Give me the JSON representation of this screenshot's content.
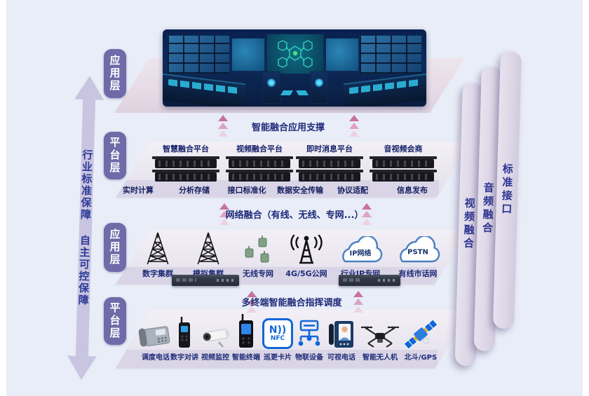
{
  "assurance": {
    "text_top": "行业标准保障",
    "text_bottom": "自主可控保障"
  },
  "layers": [
    {
      "label": "应用层"
    },
    {
      "label": "平台层"
    },
    {
      "label": "应用层"
    },
    {
      "label": "平台层"
    }
  ],
  "connectors": [
    {
      "label": "智能融合应用支撑"
    },
    {
      "label": "网络融合（有线、无线、专网...）"
    },
    {
      "label": "多终端智能融合指挥调度"
    }
  ],
  "platform": {
    "servers": [
      {
        "title": "智慧融合平台"
      },
      {
        "title": "视频融合平台"
      },
      {
        "title": "即时消息平台"
      },
      {
        "title": "音视频会商"
      }
    ],
    "capabilities": [
      "实时计算",
      "分析存储",
      "接口标准化",
      "数据安全传输",
      "协议适配",
      "信息发布"
    ]
  },
  "network": {
    "items": [
      {
        "label": "数字集群",
        "icon": "lattice-tower-icon"
      },
      {
        "label": "模拟集群",
        "icon": "lattice-tower-icon"
      },
      {
        "label": "无线专网",
        "icon": "radio-nodes-icon"
      },
      {
        "label": "4G/5G公网",
        "icon": "cellular-antenna-icon"
      },
      {
        "label": "行业IP专网",
        "icon": "cloud-icon",
        "cloud": "IP网络"
      },
      {
        "label": "有线市话网",
        "icon": "cloud-icon",
        "cloud": "PSTN"
      }
    ]
  },
  "terminals": {
    "items": [
      {
        "label": "调度电话",
        "icon": "dispatch-phone-icon"
      },
      {
        "label": "数字对讲",
        "icon": "walkie-talkie-icon"
      },
      {
        "label": "视频监控",
        "icon": "cctv-camera-icon"
      },
      {
        "label": "智能终端",
        "icon": "smart-terminal-icon"
      },
      {
        "label": "巡更卡片",
        "icon": "nfc-card-icon",
        "card_line1": "N))",
        "card_line2": "NFC"
      },
      {
        "label": "物联设备",
        "icon": "iot-network-icon"
      },
      {
        "label": "可视电话",
        "icon": "video-phone-icon"
      },
      {
        "label": "智能无人机",
        "icon": "drone-icon"
      },
      {
        "label": "北斗/GPS",
        "icon": "satellite-icon"
      }
    ]
  },
  "right_bars": [
    {
      "label": "视频融合"
    },
    {
      "label": "音频融合"
    },
    {
      "label": "标准接口"
    }
  ],
  "colors": {
    "background": "#e8edf8",
    "badge": "#6f6aa8",
    "navy_text": "#1e2a78",
    "triangle": "#c8729f",
    "bar_fill": "#ddd7e7",
    "arrow_fill": "#c9c4e0"
  }
}
